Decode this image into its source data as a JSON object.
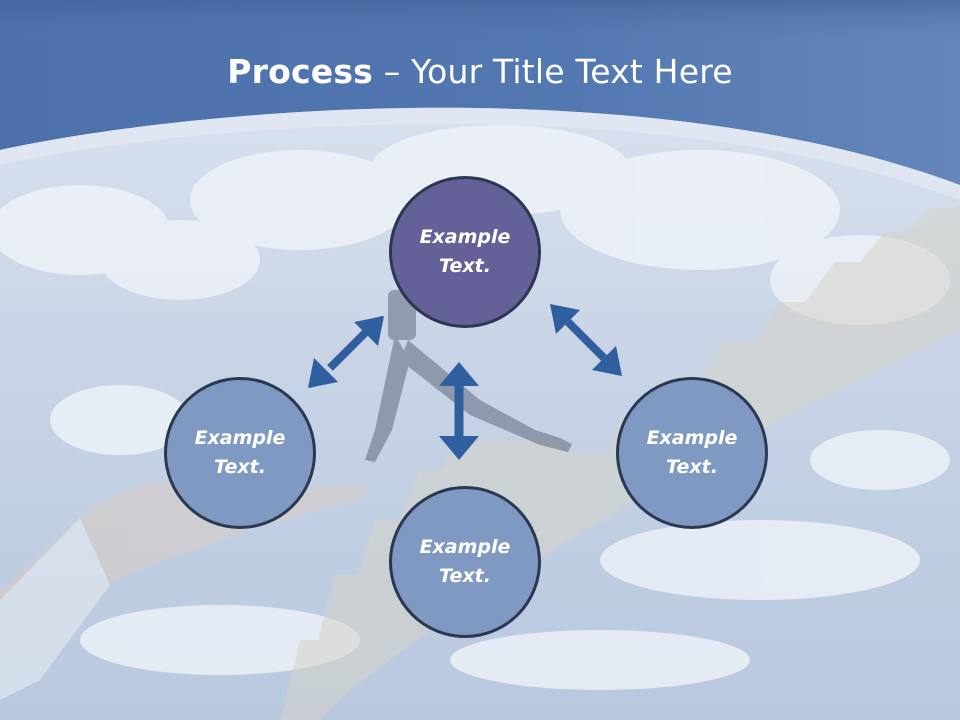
{
  "title": {
    "bold": "Process",
    "rest": " – Your Title Text Here"
  },
  "nodes": {
    "top": {
      "line1": "Example",
      "line2": "Text."
    },
    "left": {
      "line1": "Example",
      "line2": "Text."
    },
    "right": {
      "line1": "Example",
      "line2": "Text."
    },
    "bottom": {
      "line1": "Example",
      "line2": "Text."
    }
  },
  "colors": {
    "header": "#4a6fa8",
    "node_center": "#646199",
    "node_outer": "#7f99c3",
    "arrow": "#2f5f9e"
  }
}
